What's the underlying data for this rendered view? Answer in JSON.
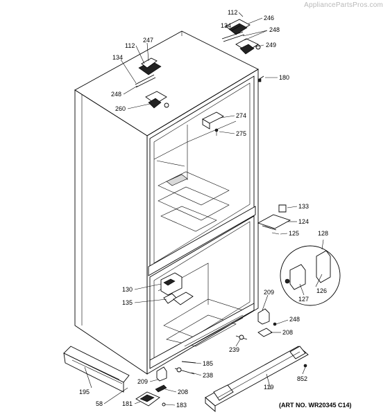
{
  "watermark": "AppliancePartsPros.com",
  "art_number": "(ART NO. WR20345 C14)",
  "callouts": [
    {
      "id": "c112a",
      "text": "112"
    },
    {
      "id": "c246",
      "text": "246"
    },
    {
      "id": "c134a",
      "text": "134"
    },
    {
      "id": "c248a",
      "text": "248"
    },
    {
      "id": "c249",
      "text": "249"
    },
    {
      "id": "c180",
      "text": "180"
    },
    {
      "id": "c247",
      "text": "247"
    },
    {
      "id": "c112b",
      "text": "112"
    },
    {
      "id": "c134b",
      "text": "134"
    },
    {
      "id": "c248b",
      "text": "248"
    },
    {
      "id": "c260",
      "text": "260"
    },
    {
      "id": "c274",
      "text": "274"
    },
    {
      "id": "c275",
      "text": "275"
    },
    {
      "id": "c133",
      "text": "133"
    },
    {
      "id": "c124",
      "text": "124"
    },
    {
      "id": "c125",
      "text": "125"
    },
    {
      "id": "c128",
      "text": "128"
    },
    {
      "id": "c126",
      "text": "126"
    },
    {
      "id": "c127",
      "text": "127"
    },
    {
      "id": "c130",
      "text": "130"
    },
    {
      "id": "c135",
      "text": "135"
    },
    {
      "id": "c209a",
      "text": "209"
    },
    {
      "id": "c248c",
      "text": "248"
    },
    {
      "id": "c208a",
      "text": "208"
    },
    {
      "id": "c239",
      "text": "239"
    },
    {
      "id": "c185",
      "text": "185"
    },
    {
      "id": "c238",
      "text": "238"
    },
    {
      "id": "c209b",
      "text": "209"
    },
    {
      "id": "c208b",
      "text": "208"
    },
    {
      "id": "c195",
      "text": "195"
    },
    {
      "id": "c58",
      "text": "58"
    },
    {
      "id": "c181",
      "text": "181"
    },
    {
      "id": "c183",
      "text": "183"
    },
    {
      "id": "c119",
      "text": "119"
    },
    {
      "id": "c852",
      "text": "852"
    }
  ]
}
